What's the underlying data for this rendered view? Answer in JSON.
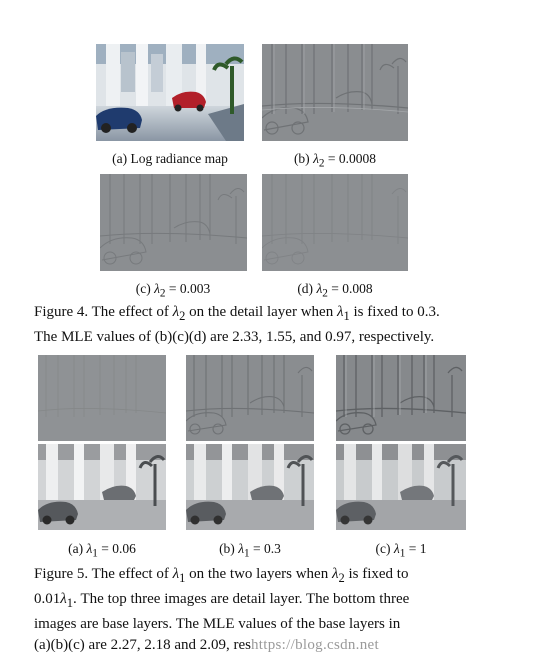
{
  "figure4": {
    "subcaptions": {
      "a": {
        "label": "(a)",
        "text": "Log radiance map"
      },
      "b": {
        "label": "(b)",
        "symbol": "λ",
        "sub": "2",
        "op": " = ",
        "value": "0.0008"
      },
      "c": {
        "label": "(c)",
        "symbol": "λ",
        "sub": "2",
        "op": " = ",
        "value": "0.003"
      },
      "d": {
        "label": "(d)",
        "symbol": "λ",
        "sub": "2",
        "op": " = ",
        "value": "0.008"
      }
    },
    "caption_lines": [
      {
        "pre": "Figure 4. The effect of ",
        "sym": "λ",
        "sub": "2",
        "mid": " on the detail layer when ",
        "sym2": "λ",
        "sub2": "1",
        "post": " is fixed to 0.3."
      },
      {
        "text": "The MLE values of (b)(c)(d) are 2.33, 1.55, and 0.97, respectively."
      }
    ]
  },
  "figure5": {
    "subcaptions": {
      "a": {
        "label": "(a)",
        "symbol": "λ",
        "sub": "1",
        "op": " = ",
        "value": "0.06"
      },
      "b": {
        "label": "(b)",
        "symbol": "λ",
        "sub": "1",
        "op": " = ",
        "value": "0.3"
      },
      "c": {
        "label": "(c)",
        "symbol": "λ",
        "sub": "1",
        "op": " = ",
        "value": "1"
      }
    },
    "caption_lines": [
      {
        "pre": "Figure 5. The effect of ",
        "sym": "λ",
        "sub": "1",
        "mid": " on the two layers when ",
        "sym2": "λ",
        "sub2": "2",
        "post": " is fixed to"
      },
      {
        "pre": "0.01",
        "sym": "λ",
        "sub": "1",
        "post": ". The top three images are detail layer. The bottom three"
      },
      {
        "text": "images are base layers.  The MLE values of the base layers in"
      },
      {
        "text": "(a)(b)(c) are 2.27, 2.18 and 2.09, res",
        "watermark": "https://blog.csdn.net"
      }
    ]
  }
}
